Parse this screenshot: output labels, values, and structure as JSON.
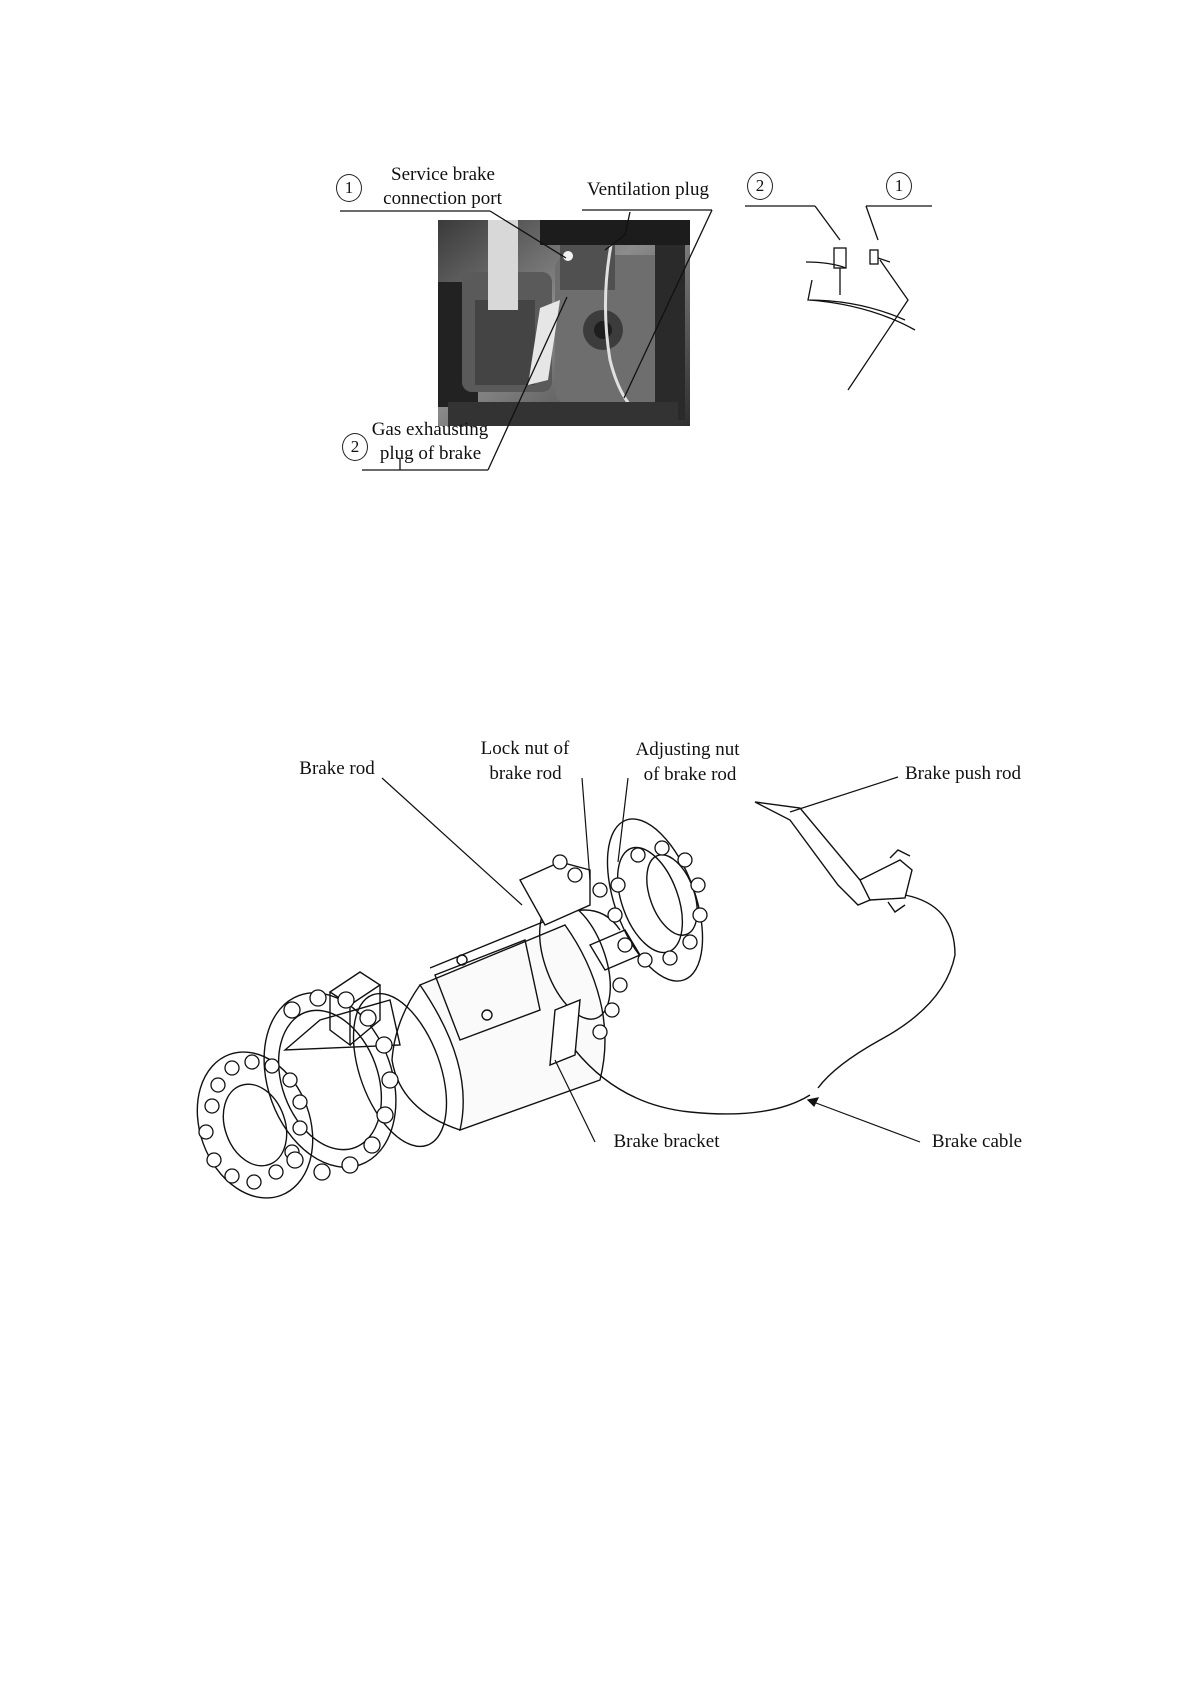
{
  "figure_top": {
    "photo": {
      "label_1": {
        "number": "1",
        "line1": "Service brake",
        "line2": "connection port"
      },
      "ventilation": "Ventilation plug",
      "label_2": {
        "number": "2",
        "line1": "Gas exhausting",
        "line2": "plug of brake"
      }
    },
    "sketch": {
      "callout_2": "2",
      "callout_1": "1"
    }
  },
  "figure_bottom": {
    "labels": {
      "brake_rod": "Brake rod",
      "lock_nut_line1": "Lock nut of",
      "lock_nut_line2": "brake rod",
      "adjusting_nut_line1": "Adjusting nut",
      "adjusting_nut_line2": "of brake rod",
      "brake_push_rod": "Brake push rod",
      "brake_bracket": "Brake bracket",
      "brake_cable": "Brake cable"
    }
  }
}
